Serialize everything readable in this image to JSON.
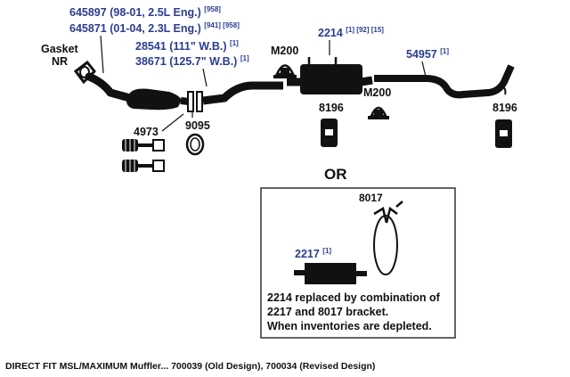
{
  "labels": {
    "gasket": "Gasket",
    "gasket_nr": "NR",
    "cat1_part": "645897",
    "cat1_desc": "(98-01, 2.5L Eng.)",
    "cat1_sup": "[958]",
    "cat2_part": "645871",
    "cat2_desc": "(01-04, 2.3L Eng.)",
    "cat2_sup": "[941] [958]",
    "pipe1_part": "28541",
    "pipe1_desc": "(111\" W.B.)",
    "pipe1_sup": "[1]",
    "pipe2_part": "38671",
    "pipe2_desc": "(125.7\" W.B.)",
    "pipe2_sup": "[1]",
    "clamp_left": "M200",
    "clamp_right": "M200",
    "muffler_part": "2214",
    "muffler_sup": "[1] [92] [15]",
    "tail_part": "54957",
    "tail_sup": "[1]",
    "bolt_part": "4973",
    "ring_part": "9095",
    "hanger_left": "8196",
    "hanger_right": "8196",
    "or": "OR",
    "bracket_part": "8017",
    "alt_muffler_part": "2217",
    "alt_muffler_sup": "[1]",
    "note_line1": "2214 replaced by combination of",
    "note_line2": "2217 and 8017 bracket.",
    "note_line3": "When inventories are depleted."
  },
  "caption": "DIRECT FIT MSL/MAXIMUM Muffler... 700039 (Old Design), 700034 (Revised Design)",
  "colors": {
    "part_label": "#2b3d8f",
    "ink": "#111111"
  }
}
